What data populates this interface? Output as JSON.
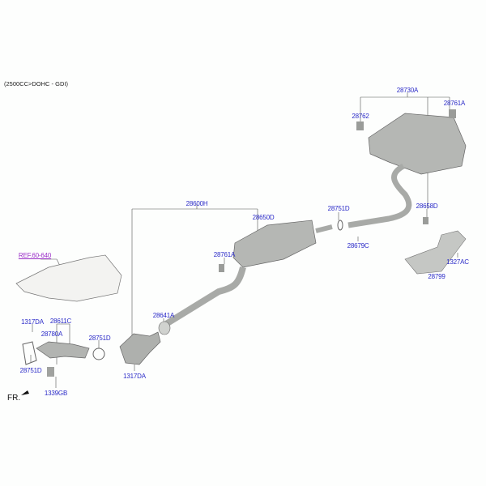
{
  "engine_spec": "(2500CC>DOHC - GDI)",
  "front_marker": "FR.",
  "colors": {
    "part_label": "#2b2bc8",
    "reference_label": "#9b2fc8",
    "part_fill": "#b9bbb8",
    "line": "#555555"
  },
  "reference": "REF.60-640",
  "part_labels": {
    "rear_muffler_assy": "28730A",
    "hanger_rear_right": "28761A",
    "hanger_rear_left": "28762",
    "center_muffler_assy": "28600H",
    "center_muffler": "28650D",
    "gasket_rear": "28751D",
    "hanger_rear_pipe": "28658D",
    "bolt_rear": "28679C",
    "hanger_center": "28761A",
    "bolt_bracket": "1327AC",
    "bracket": "28799",
    "clamp": "28641A",
    "nut_front_top": "1317DA",
    "manifold_assy": "28611C",
    "front_pipe": "28780A",
    "gasket_mid": "28751D",
    "gasket_front": "28751D",
    "nut_front_bottom": "1317DA",
    "bolt_hanger": "1339GB"
  }
}
